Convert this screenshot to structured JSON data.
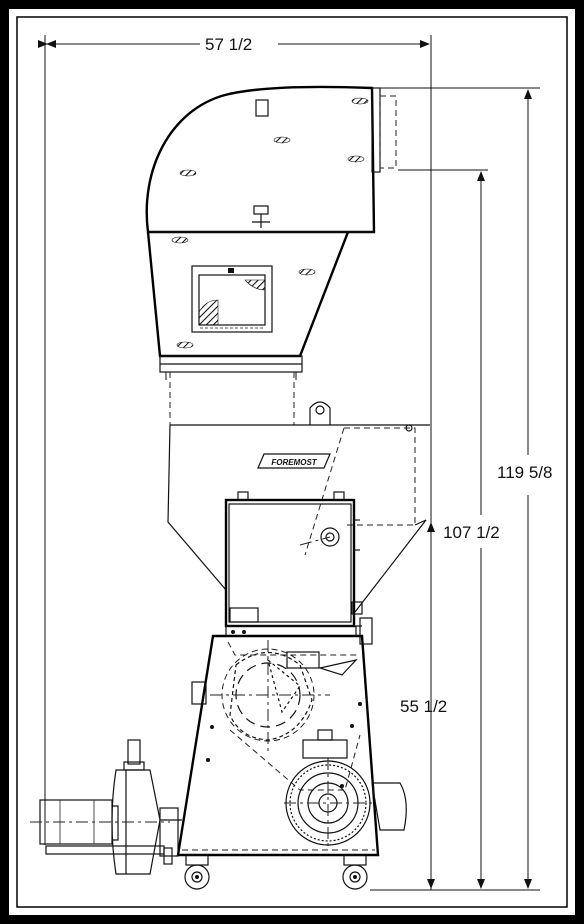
{
  "dimensions": {
    "overall_width": "57 1/2",
    "overall_height": "119 5/8",
    "hood_height": "107 1/2",
    "feed_height": "55 1/2"
  },
  "nameplate": {
    "brand": "FOREMOST"
  }
}
